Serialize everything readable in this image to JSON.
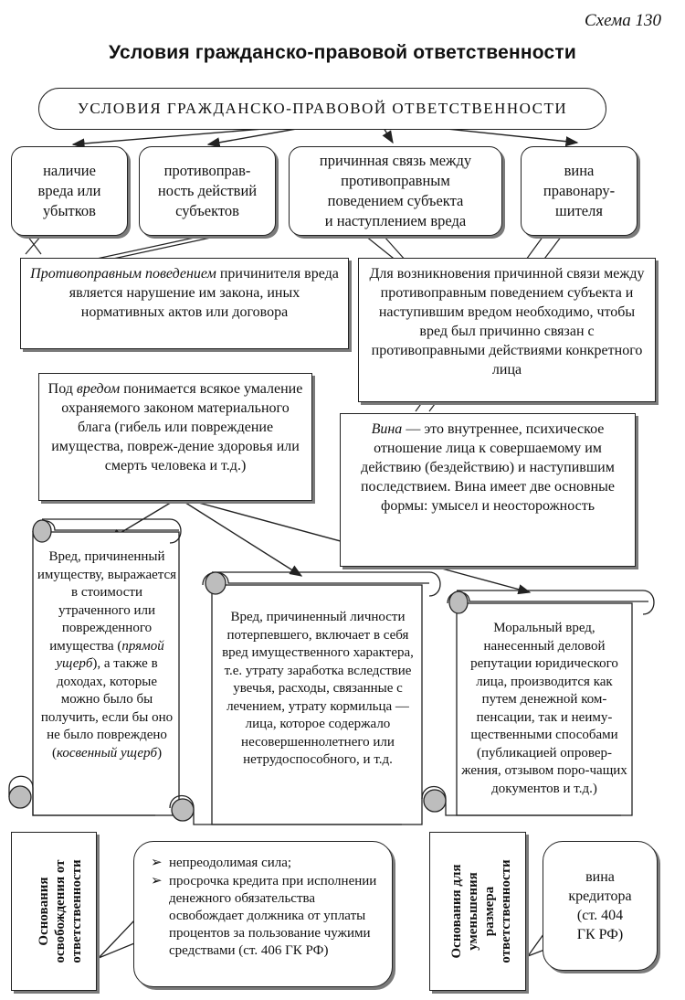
{
  "scheme_label": "Схема 130",
  "title": "Условия гражданско-правовой ответственности",
  "root": "УСЛОВИЯ ГРАЖДАНСКО-ПРАВОВОЙ ОТВЕТСТВЕННОСТИ",
  "conditions": [
    "наличие\nвреда или\nубытков",
    "противоправ-\nность действий\nсубъектов",
    "причинная связь между\nпротивоправным\nповедением субъекта\nи наступлением вреда",
    "вина\nправонару-\nшителя"
  ],
  "unlawful": {
    "term": "Противоправным поведением",
    "text_after": " причинителя вреда является нарушение им закона, иных нормативных актов или договора"
  },
  "causal": "Для возникновения причинной связи между противоправным поведением субъекта и наступившим вредом необходимо, чтобы вред был причинно связан с противоправными действиями конкретного лица",
  "harm": {
    "before": "Под ",
    "term": "вредом",
    "after": " понимается всякое умаление охраняемого законом материального блага (гибель или повреждение имущества, повреж-дение здоровья или смерть человека и т.д.)"
  },
  "guilt": {
    "term": "Вина",
    "after": " — это внутреннее, психическое отношение лица к совершаемому им действию (бездействию) и наступившим последствием. Вина имеет две основные формы: умысел и неосторожность"
  },
  "property_harm": {
    "p1": "Вред, причиненный имуществу, выражается в стоимости утраченного или поврежденного имущества (",
    "direct": "прямой ущерб",
    "p2": "), а также в доходах, которые можно было бы получить, если бы оно не было повреждено (",
    "indirect": "косвенный ущерб",
    "p3": ")"
  },
  "personal_harm": "Вред, причиненный личности потерпевшего, включает в себя вред имущественного характера, т.е. утрату заработка вследствие увечья, расходы, связанные с лечением, утрату кормильца — лица, которое содержало несовершеннолетнего или нетрудоспособного, и т.д.",
  "moral_harm": "Моральный вред, нанесенный деловой репутации юридического лица, производится как путем денежной ком-пенсации, так и неиму-щественными способами (публикацией опровер-жения, отзывом поро-чащих документов и т.д.)",
  "release": {
    "label": "Основания\nосвобождения от\nответственности",
    "items": [
      "непреодолимая сила;",
      "просрочка кредита при исполнении денежного обязательства освобождает должника от уплаты процентов за пользование чужими средствами (ст. 406 ГК РФ)"
    ],
    "marker": "➢"
  },
  "reduce": {
    "label": "Основания для\nуменьшения\nразмера\nответственности",
    "item": "вина\nкредитора\n(ст. 404\nГК РФ)"
  },
  "colors": {
    "line": "#222222",
    "shadow": "#7a7a7a",
    "scroll_fill": "#bdbdbd"
  }
}
